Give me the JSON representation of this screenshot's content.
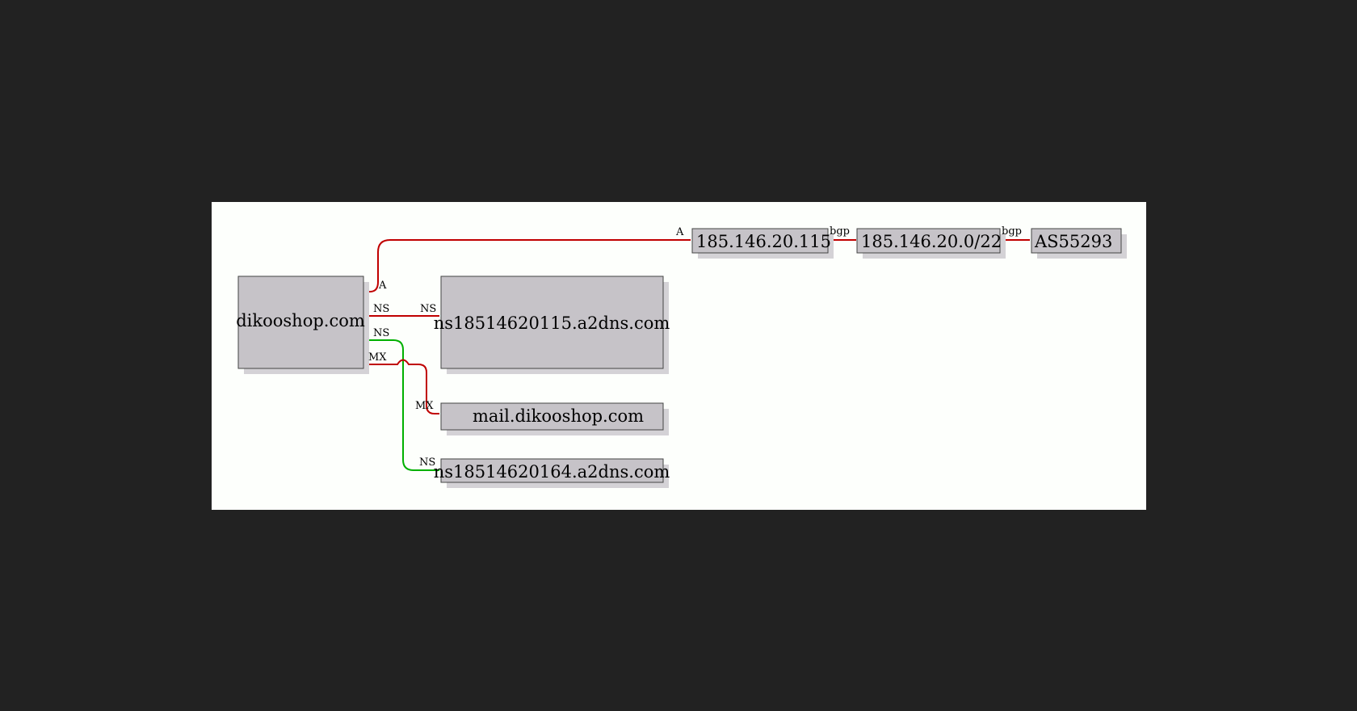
{
  "colors": {
    "background": "#222222",
    "canvas": "#fdfffc",
    "node_fill": "#c6c3c8",
    "edge_red": "#c00000",
    "edge_green": "#00b000"
  },
  "nodes": {
    "domain": "dikooshop.com",
    "ns1": "ns18514620115.a2dns.com",
    "mail": "mail.dikooshop.com",
    "ns2": "ns18514620164.a2dns.com",
    "ip": "185.146.20.115",
    "prefix": "185.146.20.0/22",
    "asn": "AS55293"
  },
  "edges": {
    "a_src": "A",
    "a_dst": "A",
    "ns1_src": "NS",
    "ns1_dst": "NS",
    "ns2_src": "NS",
    "ns2_dst": "NS",
    "mx_src": "MX",
    "mx_dst": "MX",
    "bgp1": "bgp",
    "bgp2": "bgp"
  }
}
